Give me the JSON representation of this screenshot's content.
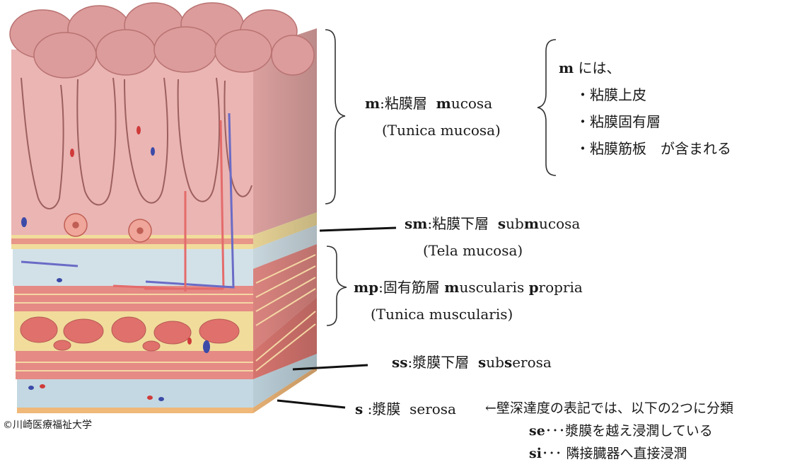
{
  "labels": {
    "m": {
      "abbr": "m",
      "sep": ":",
      "jp": "粘膜層",
      "en_bold": "m",
      "en_rest": "ucosa",
      "latin": "(Tunica mucosa)"
    },
    "sm": {
      "abbr": "sm",
      "sep": ":",
      "jp": "粘膜下層",
      "en_b1": "s",
      "en_mid": "ub",
      "en_b2": "m",
      "en_rest": "ucosa",
      "latin": "(Tela mucosa)"
    },
    "mp": {
      "abbr": "mp",
      "sep": ":",
      "jp": "固有筋層",
      "en_b1": "m",
      "en_mid": "uscularis ",
      "en_b2": "p",
      "en_rest": "ropria",
      "latin": "(Tunica muscularis)"
    },
    "ss": {
      "abbr": "ss",
      "sep": ":",
      "jp": "漿膜下層",
      "en_b1": "s",
      "en_mid": "ub",
      "en_b2": "s",
      "en_rest": "erosa"
    },
    "s": {
      "abbr": "s",
      "sep": " :",
      "jp": "漿膜",
      "en": "serosa"
    }
  },
  "m_note": {
    "head_bold": "m",
    "head_rest": "には、",
    "items": [
      "・粘膜上皮",
      "・粘膜固有層",
      "・粘膜筋板　が含まれる"
    ]
  },
  "serosa_note": {
    "arrow_text": "←壁深達度の表記では、以下の2つに分類",
    "se_bold": "se",
    "se_text": "･･･漿膜を越え浸潤している",
    "si_bold": "si",
    "si_text": "･･･ 隣接臓器へ直接浸潤"
  },
  "copyright": "©川崎医療福祉大学",
  "colors": {
    "mucosa": "#eab5b3",
    "mucosa_dark": "#c98a88",
    "submucosa": "#d2e1e8",
    "muscle": "#e58a85",
    "fat": "#f1dc9c",
    "serosa": "#c3d8e2",
    "bottom": "#f0b879"
  }
}
